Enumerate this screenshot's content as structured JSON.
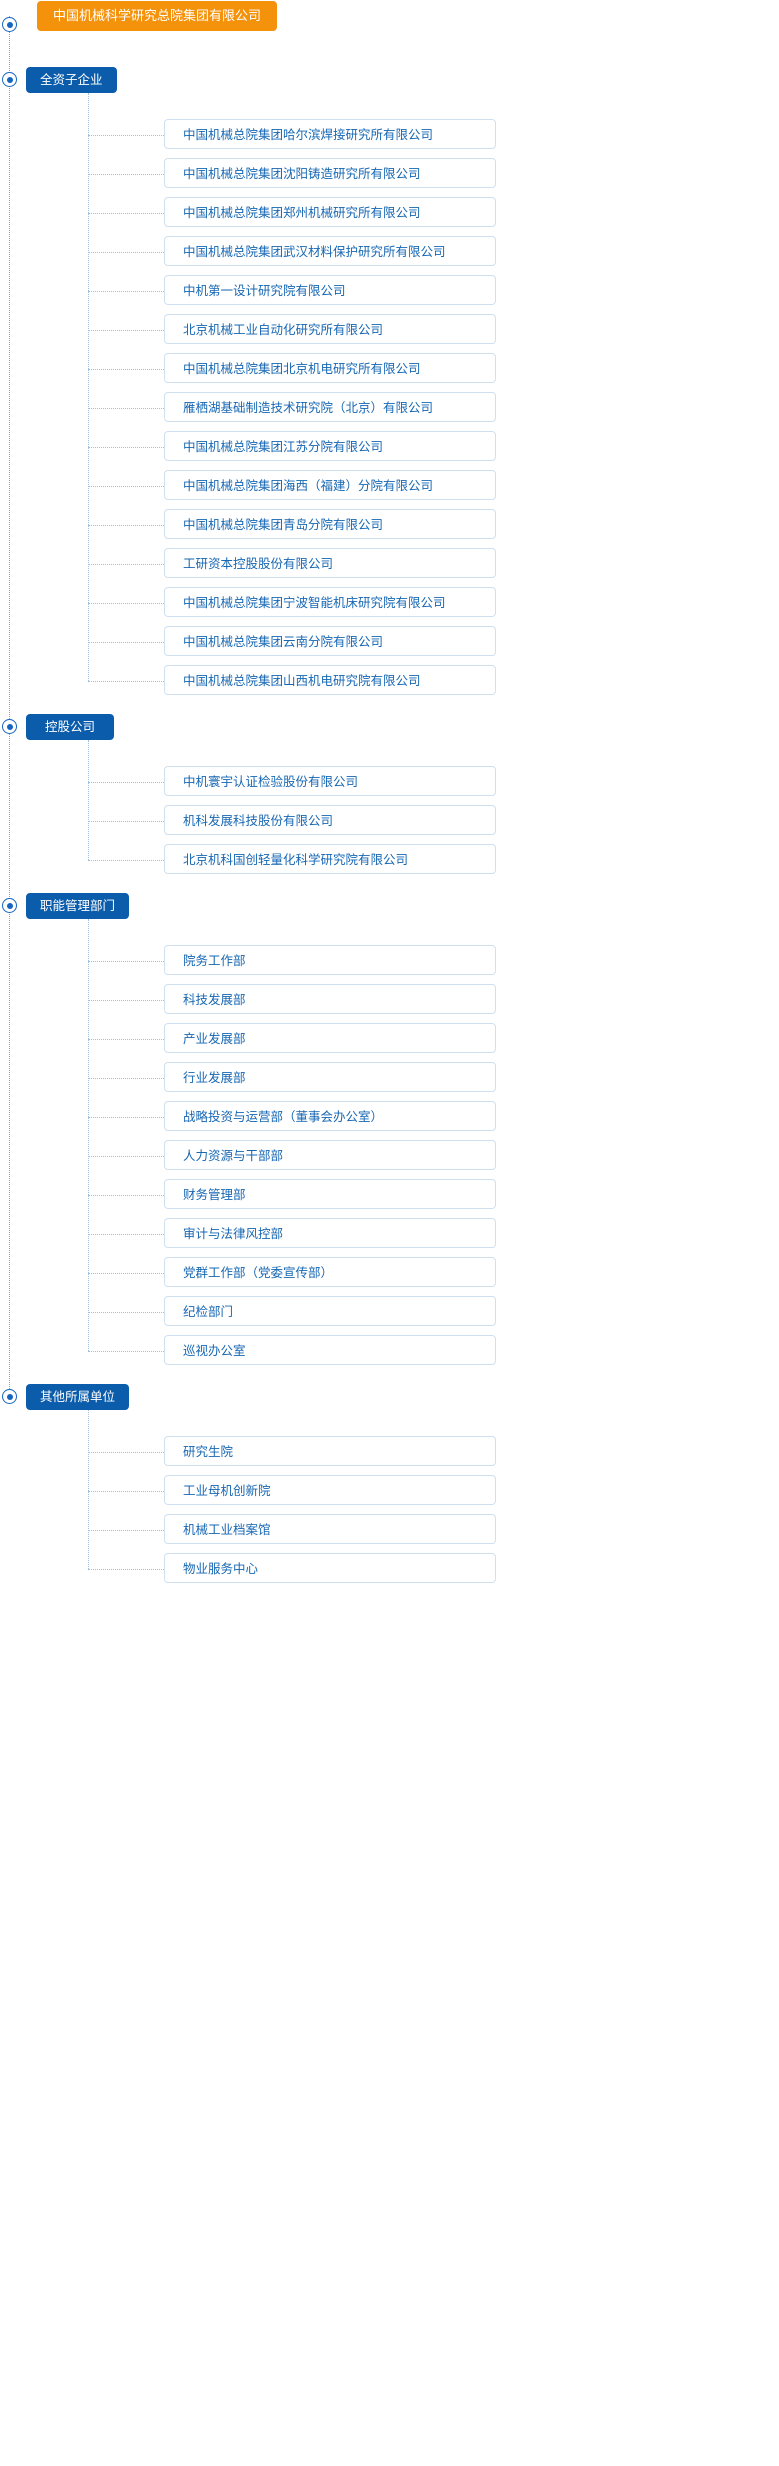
{
  "colors": {
    "root_bg": "#f5920b",
    "category_bg": "#0b5cab",
    "item_text": "#1767b3",
    "item_border": "#cfe0f0",
    "connector": "#9cc0e2",
    "bullet": "#1565c0"
  },
  "root": {
    "label": "中国机械科学研究总院集团有限公司",
    "bullet_icon": "radio-target-icon"
  },
  "groups": [
    {
      "label": "全资子企业",
      "bullet_icon": "radio-target-icon",
      "items": [
        "中国机械总院集团哈尔滨焊接研究所有限公司",
        "中国机械总院集团沈阳铸造研究所有限公司",
        "中国机械总院集团郑州机械研究所有限公司",
        "中国机械总院集团武汉材料保护研究所有限公司",
        "中机第一设计研究院有限公司",
        "北京机械工业自动化研究所有限公司",
        "中国机械总院集团北京机电研究所有限公司",
        "雁栖湖基础制造技术研究院（北京）有限公司",
        "中国机械总院集团江苏分院有限公司",
        "中国机械总院集团海西（福建）分院有限公司",
        "中国机械总院集团青岛分院有限公司",
        "工研资本控股股份有限公司",
        "中国机械总院集团宁波智能机床研究院有限公司",
        "中国机械总院集团云南分院有限公司",
        "中国机械总院集团山西机电研究院有限公司"
      ]
    },
    {
      "label": "控股公司",
      "bullet_icon": "radio-target-icon",
      "items": [
        "中机寰宇认证检验股份有限公司",
        "机科发展科技股份有限公司",
        "北京机科国创轻量化科学研究院有限公司"
      ]
    },
    {
      "label": "职能管理部门",
      "bullet_icon": "radio-target-icon",
      "items": [
        "院务工作部",
        "科技发展部",
        "产业发展部",
        "行业发展部",
        "战略投资与运营部（董事会办公室）",
        "人力资源与干部部",
        "财务管理部",
        "审计与法律风控部",
        "党群工作部（党委宣传部）",
        "纪检部门",
        "巡视办公室"
      ]
    },
    {
      "label": "其他所属单位",
      "bullet_icon": "radio-target-icon",
      "items": [
        "研究生院",
        "工业母机创新院",
        "机械工业档案馆",
        "物业服务中心"
      ]
    }
  ]
}
